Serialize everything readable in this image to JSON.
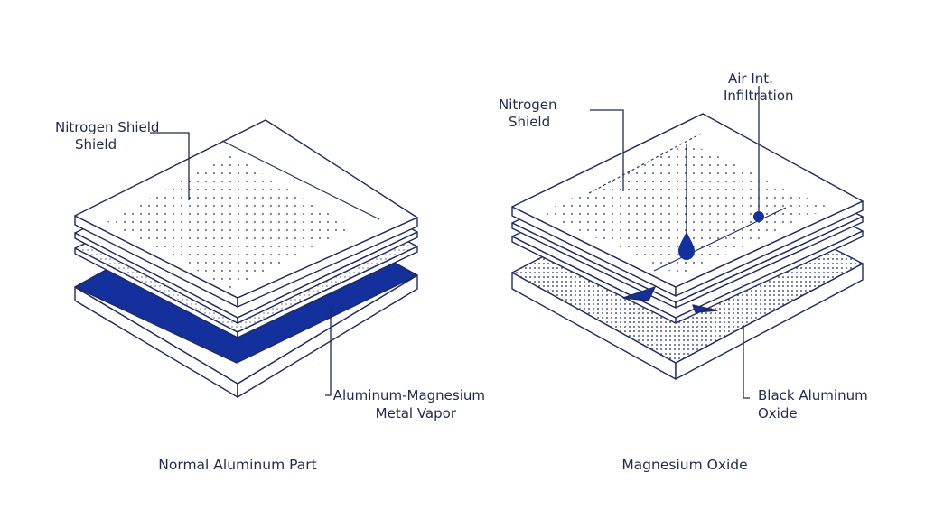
{
  "colors": {
    "ink": "#1f2a5e",
    "accent": "#14309c",
    "background": "#ffffff"
  },
  "left_panel": {
    "label_shield_line1": "Nitrogen Shield",
    "label_shield_line2": "Shield",
    "label_vapor_line1": "Aluminum-Magnesium",
    "label_vapor_line2": "Metal Vapor",
    "caption": "Normal Aluminum Part"
  },
  "right_panel": {
    "label_shield_line1": "Nitrogen",
    "label_shield_line2": "Shield",
    "label_air_line1": "Air Int.",
    "label_air_line2": "Infiltration",
    "label_oxide_line1": "Black Aluminum",
    "label_oxide_line2": "Oxide",
    "caption": "Magnesium Oxide"
  },
  "icons": [
    "air-droplet-icon",
    "air-bubble-icon",
    "oxide-wedge-icon"
  ]
}
